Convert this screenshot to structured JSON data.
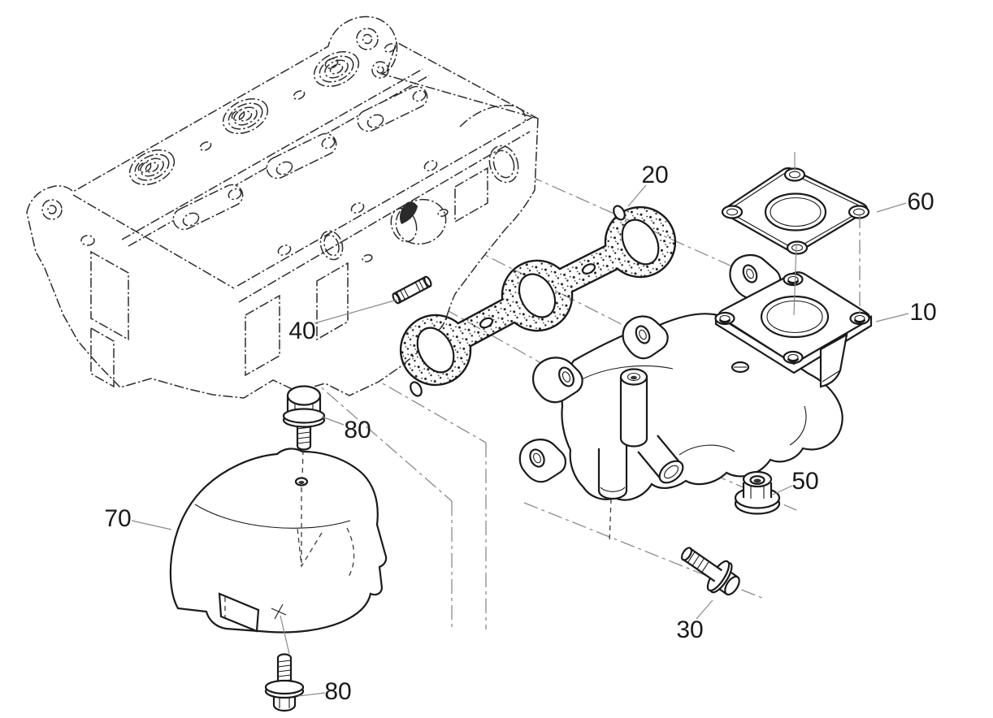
{
  "diagram": {
    "title": "exhaust-manifold-exploded-parts-diagram",
    "background": "#ffffff",
    "line_color": "#1a1a1a",
    "leader_color": "#8a8a8a",
    "labels": {
      "p10": "10",
      "p20": "20",
      "p30": "30",
      "p40": "40",
      "p50": "50",
      "p60": "60",
      "p70": "70",
      "p80a": "80",
      "p80b": "80"
    }
  }
}
